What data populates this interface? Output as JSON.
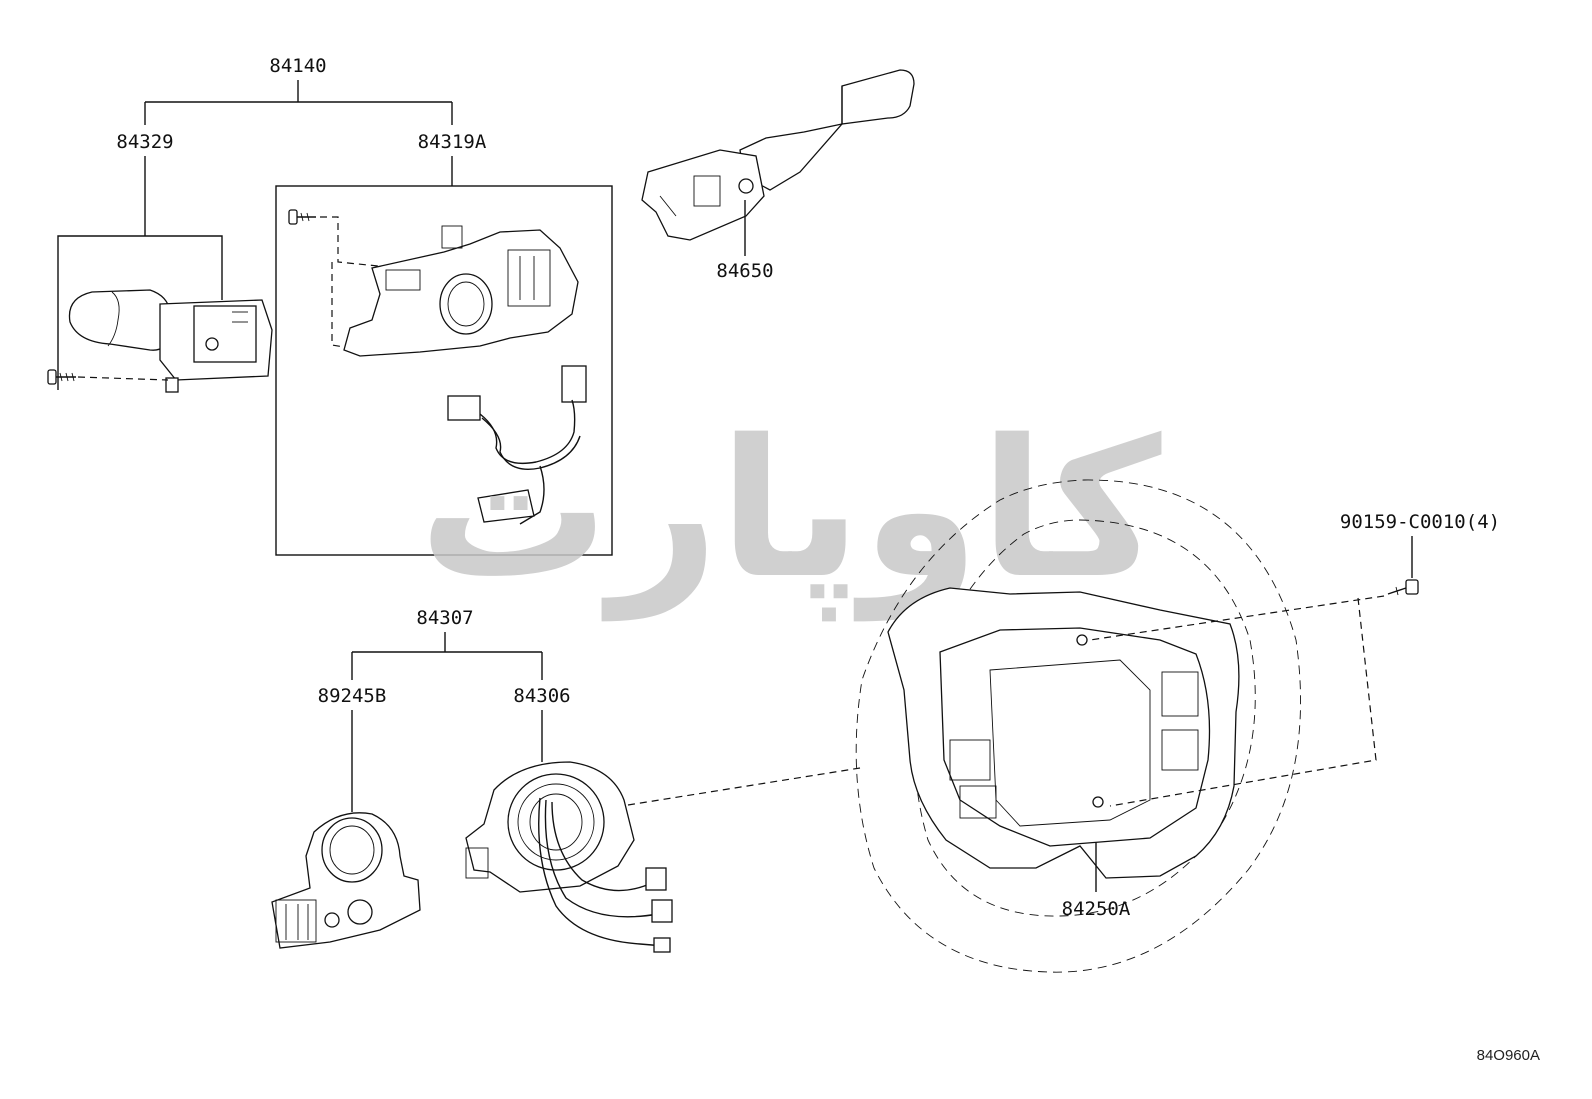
{
  "diagram": {
    "drawing_code": "84O960A",
    "watermark": {
      "text": "کاوپارت",
      "color": "#c8c8c8"
    },
    "labels": {
      "group_84140": "84140",
      "part_84329": "84329",
      "part_84319A": "84319A",
      "part_84650": "84650",
      "group_84307": "84307",
      "part_89245B": "89245B",
      "part_84306": "84306",
      "part_84250A": "84250A",
      "part_90159": "90159-C0010(4)"
    }
  }
}
